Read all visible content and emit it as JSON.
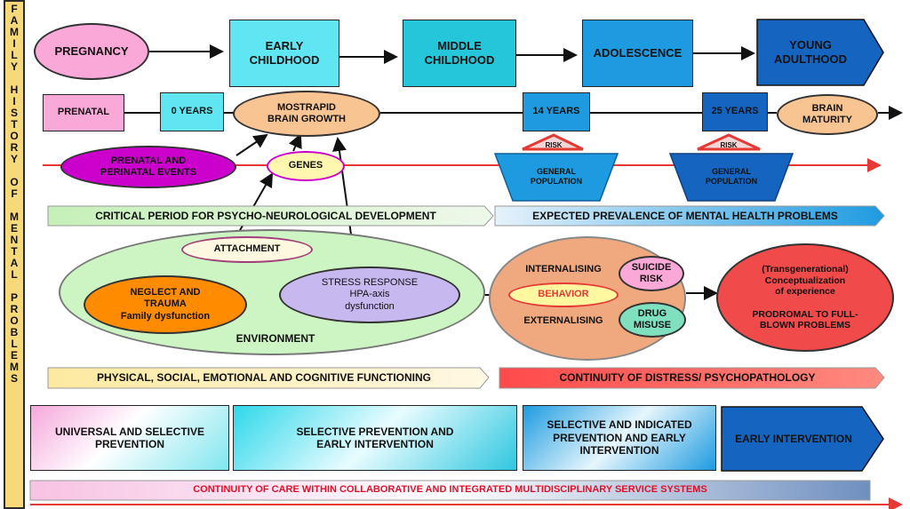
{
  "sidebar": {
    "text": "FAMILY HISTORY OF MENTAL PROBLEMS"
  },
  "stages": {
    "pregnancy": "PREGNANCY",
    "early_childhood": "EARLY\nCHILDHOOD",
    "middle_childhood": "MIDDLE\nCHILDHOOD",
    "adolescence": "ADOLESCENCE",
    "young_adulthood": "YOUNG\nADULTHOOD"
  },
  "timeline": {
    "prenatal": "PRENATAL",
    "zero_years": "0 YEARS",
    "most_rapid": "MOSTRAPID\nBRAIN GROWTH",
    "fourteen_years": "14 YEARS",
    "twentyfive_years": "25 YEARS",
    "brain_maturity": "BRAIN\nMATURITY"
  },
  "risk_row": {
    "prenatal_events": "PRENATAL AND\nPERINATAL EVENTS",
    "genes": "GENES",
    "risk_label": "RISK",
    "general_population": "GENERAL\nPOPULATION"
  },
  "banners": {
    "critical_period": "CRITICAL PERIOD FOR PSYCHO-NEUROLOGICAL DEVELOPMENT",
    "expected_prevalence": "EXPECTED PREVALENCE OF MENTAL HEALTH PROBLEMS",
    "physical_social": "PHYSICAL, SOCIAL, EMOTIONAL AND COGNITIVE FUNCTIONING",
    "continuity_distress": "CONTINUITY OF DISTRESS/ PSYCHOPATHOLOGY"
  },
  "environment": {
    "label": "ENVIRONMENT",
    "attachment": "ATTACHMENT",
    "neglect": "NEGLECT AND\nTRAUMA\nFamily dysfunction",
    "stress": "STRESS RESPONSE\nHPA-axis\ndysfunction"
  },
  "behavior": {
    "internalising": "INTERNALISING",
    "behavior": "BEHAVIOR",
    "externalising": "EXTERNALISING",
    "suicide": "SUICIDE\nRISK",
    "drug": "DRUG\nMISUSE",
    "outcome": "(Transgenerational)\nConceptualization\nof experience\n\nPRODROMAL TO FULL-\nBLOWN PROBLEMS"
  },
  "interventions": {
    "universal": "UNIVERSAL AND SELECTIVE\nPREVENTION",
    "selective": "SELECTIVE PREVENTION AND\nEARLY INTERVENTION",
    "indicated": "SELECTIVE AND INDICATED\nPREVENTION AND EARLY\nINTERVENTION",
    "early": "EARLY INTERVENTION"
  },
  "footer": "CONTINUITY OF CARE WITHIN COLLABORATIVE AND INTEGRATED MULTIDISCIPLINARY SERVICE SYSTEMS",
  "colors": {
    "sidebar": "#f8d97a",
    "pink": "#f9a8d8",
    "cyan": "#5fe6f2",
    "blue": "#1e88e5",
    "dark_blue": "#1565c0",
    "peach": "#f8c492",
    "magenta": "#cc00cc",
    "red": "#e53935",
    "green_banner": "#dff5d8",
    "light_green": "#cdf5c3",
    "orange": "#ff8c00",
    "lavender": "#c8b8f0"
  }
}
